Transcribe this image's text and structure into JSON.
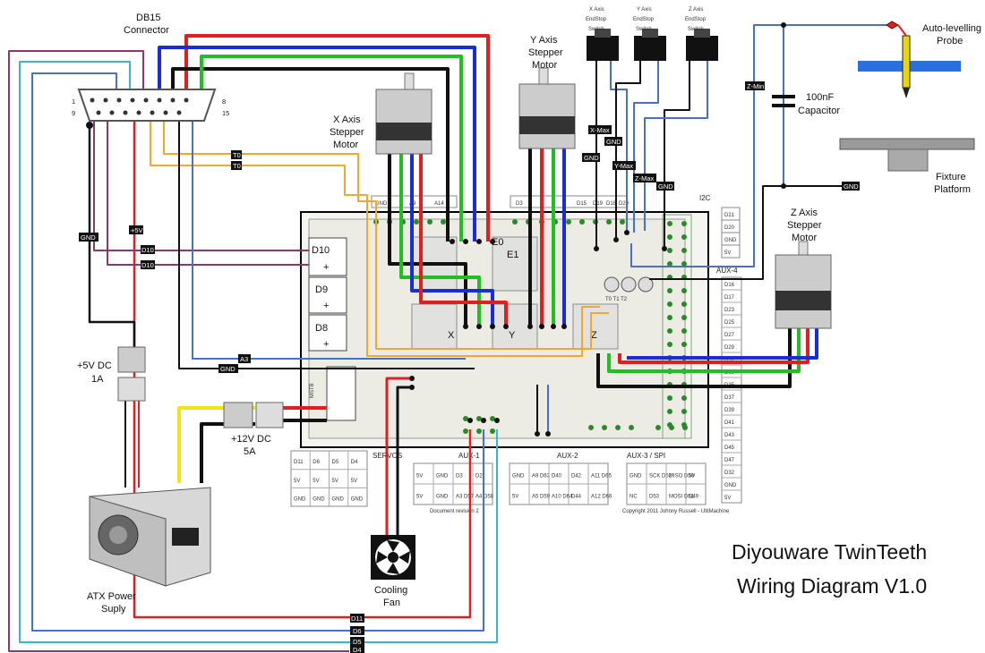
{
  "title": {
    "line1": "Diyouware TwinTeeth",
    "line2": "Wiring Diagram V1.0"
  },
  "components": {
    "db15": {
      "line1": "DB15",
      "line2": "Connector",
      "pin1": "1",
      "pin8": "8",
      "pin9": "9",
      "pin15": "15"
    },
    "x_motor": {
      "line1": "X Axis",
      "line2": "Stepper",
      "line3": "Motor"
    },
    "y_motor": {
      "line1": "Y Axis",
      "line2": "Stepper",
      "line3": "Motor"
    },
    "z_motor": {
      "line1": "Z Axis",
      "line2": "Stepper",
      "line3": "Motor"
    },
    "x_endstop": {
      "line1": "X Axis",
      "line2": "EndStop",
      "line3": "Switch"
    },
    "y_endstop": {
      "line1": "Y Axis",
      "line2": "EndStop",
      "line3": "Switch"
    },
    "z_endstop": {
      "line1": "Z Axis",
      "line2": "EndStop",
      "line3": "Switch"
    },
    "probe": {
      "line1": "Auto-levelling",
      "line2": "Probe"
    },
    "capacitor": {
      "line1": "100nF",
      "line2": "Capacitor"
    },
    "fixture": {
      "line1": "Fixture",
      "line2": "Platform"
    },
    "psu5": {
      "line1": "+5V DC",
      "line2": "1A"
    },
    "psu12": {
      "line1": "+12V DC",
      "line2": "5A"
    },
    "atx": {
      "line1": "ATX Power",
      "line2": "Suply"
    },
    "fan": {
      "line1": "Cooling",
      "line2": "Fan"
    }
  },
  "wire_tags": {
    "gnd1": "GND",
    "plus5v": "+5V",
    "d10a": "D10",
    "d10b": "D10",
    "t0a": "T0",
    "t0b": "T0",
    "a3": "A3",
    "gnd2": "GND",
    "xmax": "X-Max",
    "gnd3": "GND",
    "gnd4": "GND",
    "ymax": "Y-Max",
    "zmax": "Z-Max",
    "gnd5": "GND",
    "zmin": "Z-Min",
    "gnd6": "GND",
    "d11": "D11",
    "d6": "D6",
    "d5": "D5",
    "d4": "D4"
  },
  "board": {
    "e0": "E0",
    "e1": "E1",
    "x": "X",
    "y": "Y",
    "z": "Z",
    "d10": "D10",
    "d9": "D9",
    "d8": "D8",
    "plus": "+",
    "mstb": "MSTB",
    "t0t1t2": "T0 T1 T2",
    "i2c": "I2C",
    "aux4": "AUX-4",
    "servos": "SERVOS",
    "aux1": "AUX-1",
    "aux2": "AUX-2",
    "aux3": "AUX-3 / SPI",
    "doc": "Document revision 2",
    "copyright": "Copyright 2011 Johnny Russell - UltiMachine"
  },
  "top_header": [
    "GND",
    "A9",
    "A14",
    "D3",
    "D15",
    "D19",
    "D18",
    "D20"
  ],
  "i2c_pins": [
    "D21",
    "D20",
    "GND",
    "5V"
  ],
  "aux4_pins": [
    "D16",
    "D17",
    "D23",
    "D25",
    "D27",
    "D29",
    "D31",
    "D33",
    "D35",
    "D37",
    "D39",
    "D41",
    "D43",
    "D45",
    "D47",
    "D32",
    "GND",
    "5V"
  ],
  "servo_table": [
    [
      "D11",
      "D6",
      "D5",
      "D4"
    ],
    [
      "5V",
      "5V",
      "5V",
      "5V"
    ],
    [
      "GND",
      "GND",
      "GND",
      "GND"
    ]
  ],
  "aux1_table": [
    [
      "5V",
      "GND",
      "D3",
      "D2"
    ],
    [
      "5V",
      "GND",
      "A3 D57",
      "A4 D58"
    ]
  ],
  "aux2_table": [
    [
      "GND",
      "A9 D63",
      "D40",
      "D42",
      "A11 D65"
    ],
    [
      "5V",
      "A5 D59",
      "A10 D64",
      "D44",
      "A12 D66"
    ]
  ],
  "aux3_table": [
    [
      "GND",
      "SCK D52",
      "MISO D50",
      "5V"
    ],
    [
      "NC",
      "D53",
      "MOSI D51",
      "D49"
    ]
  ]
}
